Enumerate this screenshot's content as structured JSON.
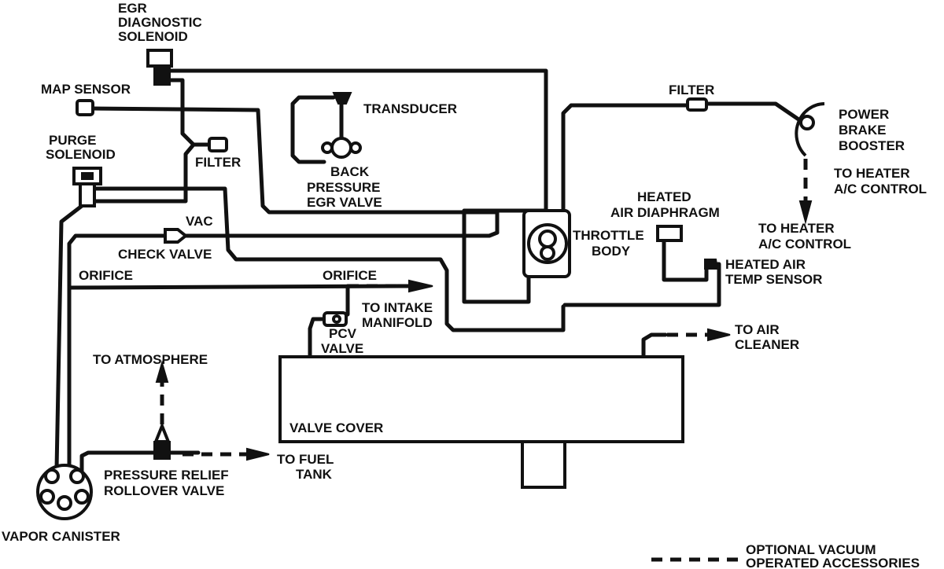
{
  "labels": {
    "egr_diag_1": "EGR",
    "egr_diag_2": "DIAGNOSTIC",
    "egr_diag_3": "SOLENOID",
    "map_sensor": "MAP SENSOR",
    "purge_1": "PURGE",
    "purge_2": "SOLENOID",
    "filter_left": "FILTER",
    "transducer": "TRANSDUCER",
    "back_pressure_1": "BACK",
    "back_pressure_2": "PRESSURE",
    "back_pressure_3": "EGR VALVE",
    "filter_top": "FILTER",
    "power_brake_1": "POWER",
    "power_brake_2": "BRAKE",
    "power_brake_3": "BOOSTER",
    "to_heater_right_1": "TO HEATER",
    "to_heater_right_2": "A/C CONTROL",
    "to_heater_mid_1": "TO HEATER",
    "to_heater_mid_2": "A/C CONTROL",
    "heated_air_diaphragm_1": "HEATED",
    "heated_air_diaphragm_2": "AIR DIAPHRAGM",
    "throttle_body_1": "THROTTLE",
    "throttle_body_2": "BODY",
    "heated_air_temp_1": "HEATED AIR",
    "heated_air_temp_2": "TEMP SENSOR",
    "vac": "VAC",
    "check_valve": "CHECK VALVE",
    "orifice_left": "ORIFICE",
    "orifice_right": "ORIFICE",
    "to_intake_1": "TO INTAKE",
    "to_intake_2": "MANIFOLD",
    "pcv_1": "PCV",
    "pcv_2": "VALVE",
    "to_air_cleaner_1": "TO AIR",
    "to_air_cleaner_2": "CLEANER",
    "to_atmosphere": "TO ATMOSPHERE",
    "valve_cover": "VALVE COVER",
    "to_fuel_tank_1": "TO FUEL",
    "to_fuel_tank_2": "TANK",
    "pressure_relief_1": "PRESSURE RELIEF",
    "pressure_relief_2": "ROLLOVER VALVE",
    "vapor_canister": "VAPOR CANISTER",
    "legend_1": "OPTIONAL VACUUM",
    "legend_2": "OPERATED ACCESSORIES"
  }
}
